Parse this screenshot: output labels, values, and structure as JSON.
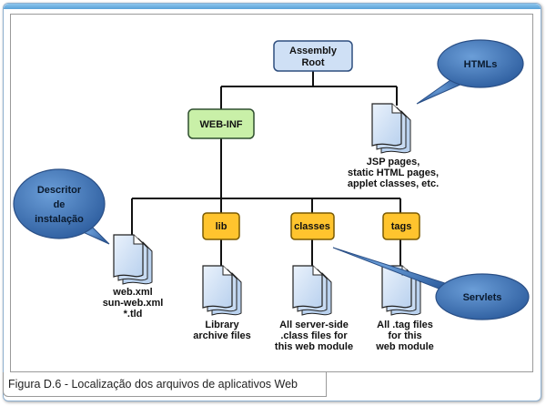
{
  "caption": "Figura D.6 - Localização dos arquivos de aplicativos Web",
  "nodes": {
    "root": {
      "line1": "Assembly",
      "line2": "Root"
    },
    "webinf": {
      "label": "WEB-INF"
    },
    "lib": {
      "label": "lib"
    },
    "classes": {
      "label": "classes"
    },
    "tags": {
      "label": "tags"
    }
  },
  "files": {
    "jsp": {
      "line1": "JSP pages,",
      "line2": "static HTML pages,",
      "line3": "applet classes, etc."
    },
    "webxml": {
      "line1": "web.xml",
      "line2": "sun-web.xml",
      "line3": "*.tld"
    },
    "library": {
      "line1": "Library",
      "line2": "archive files"
    },
    "serverside": {
      "line1": "All server-side",
      "line2": ".class files for",
      "line3": "this web module"
    },
    "tagfiles": {
      "line1": "All .tag files",
      "line2": "for this",
      "line3": "web module"
    }
  },
  "callouts": {
    "htmls": {
      "label": "HTMLs"
    },
    "descritor": {
      "line1": "Descritor",
      "line2": "de",
      "line3": "instalação"
    },
    "servlets": {
      "label": "Servlets"
    }
  },
  "colors": {
    "root_fill": "#cfe0f5",
    "webinf_fill": "#c9f0a8",
    "folder_fill": "#ffc42e",
    "file_fill": "#d6e6f8",
    "bubble_fill": "#3a6fb2"
  }
}
